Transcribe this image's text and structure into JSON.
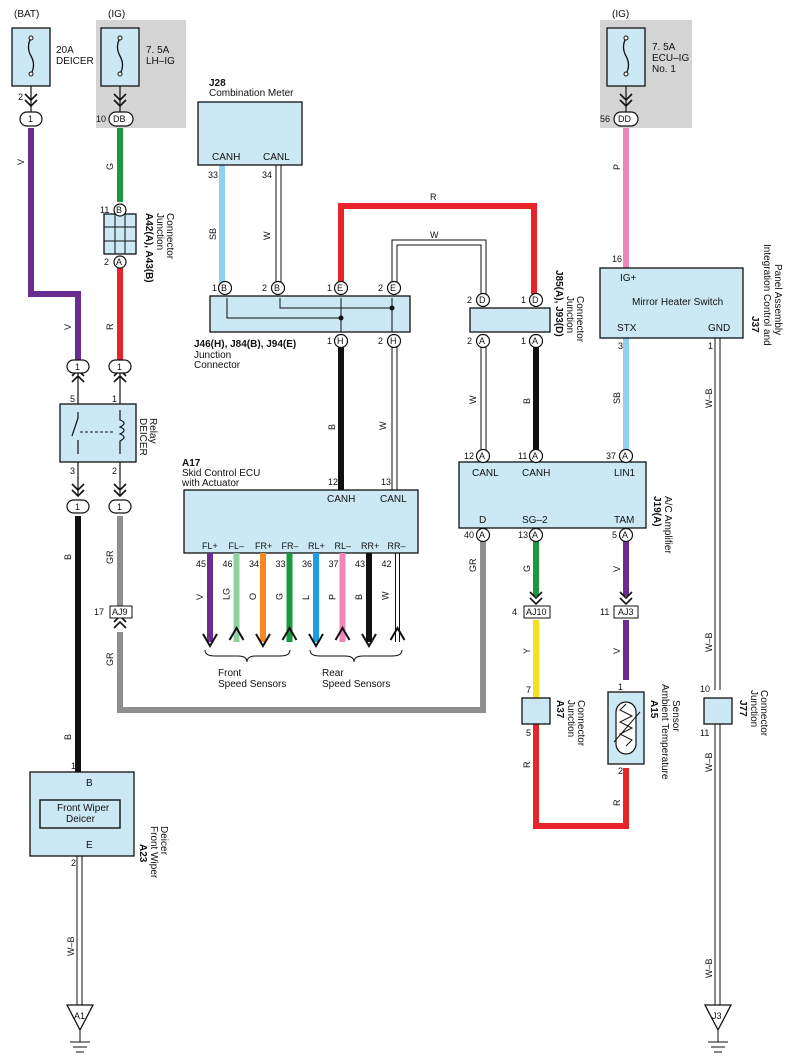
{
  "sources": {
    "bat": "(BAT)",
    "ig1": "(IG)",
    "ig2": "(IG)"
  },
  "fuses": {
    "f1_amp": "20A",
    "f1_name": "DEICER",
    "f2_amp": "7. 5A",
    "f2_name": "LH–IG",
    "f3_amp": "7. 5A",
    "f3_name1": "ECU–IG",
    "f3_name2": "No. 1"
  },
  "components": {
    "j28_id": "J28",
    "j28_name": "Combination Meter",
    "j28_canh": "CANH",
    "j28_canl": "CANL",
    "a42_id": "A42(A), A43(B)",
    "a42_name1": "Junction",
    "a42_name2": "Connector",
    "j46_id": "J46(H), J84(B), J94(E)",
    "j46_name1": "Junction",
    "j46_name2": "Connector",
    "j85_id": "J85(A), J93(D)",
    "j85_name1": "Junction",
    "j85_name2": "Connector",
    "j37_id": "J37",
    "j37_name1": "Integration Control and",
    "j37_name2": "Panel Assembly",
    "mirror_name": "Mirror Heater Switch",
    "mirror_igp": "IG+",
    "mirror_stx": "STX",
    "mirror_gnd": "GND",
    "relay_name1": "DEICER",
    "relay_name2": "Relay",
    "a17_id": "A17",
    "a17_name1": "Skid Control ECU",
    "a17_name2": "with Actuator",
    "a17_canh": "CANH",
    "a17_canl": "CANL",
    "j19_id": "J19(A)",
    "j19_name": "A/C Amplifier",
    "j19_canl": "CANL",
    "j19_canh": "CANH",
    "j19_lin1": "LIN1",
    "j19_d": "D",
    "j19_sg2": "SG–2",
    "j19_tam": "TAM",
    "a37_id": "A37",
    "a37_name1": "Junction",
    "a37_name2": "Connector",
    "a15_id": "A15",
    "a15_name1": "Ambient Temperature",
    "a15_name2": "Sensor",
    "j77_id": "J77",
    "j77_name1": "Junction",
    "j77_name2": "Connector",
    "a23_id": "A23",
    "a23_name1": "Front Wiper",
    "a23_name2": "Deicer",
    "a23_inner1": "Front Wiper",
    "a23_inner2": "Deicer",
    "a23_b": "B",
    "a23_e": "E",
    "front_sensors1": "Front",
    "front_sensors2": "Speed Sensors",
    "rear_sensors1": "Rear",
    "rear_sensors2": "Speed Sensors",
    "ground1": "A1",
    "ground2": "J3"
  },
  "sensor_terms": [
    "FL+",
    "FL–",
    "FR+",
    "FR–",
    "RL+",
    "RL–",
    "RR+",
    "RR–"
  ],
  "sensor_pins": [
    "45",
    "46",
    "34",
    "33",
    "36",
    "37",
    "43",
    "42"
  ],
  "sensor_wires": [
    "V",
    "LG",
    "O",
    "G",
    "L",
    "P",
    "B",
    "W"
  ],
  "connectors": {
    "c1": "1",
    "c_db": "DB",
    "c_dd": "DD",
    "a_b": "B",
    "a_a": "A",
    "h": "H",
    "e": "E",
    "d": "D",
    "aj9": "AJ9",
    "aj10": "AJ10",
    "aj3": "AJ3"
  },
  "pins": {
    "p2": "2",
    "p10": "10",
    "p56": "56",
    "p11": "11",
    "p1": "1",
    "p5": "5",
    "p3": "3",
    "p33": "33",
    "p34": "34",
    "p12": "12",
    "p13": "13",
    "p16": "16",
    "p37": "37",
    "p40": "40",
    "p17": "17",
    "p4": "4",
    "p7": "7"
  },
  "wires": {
    "V": "V",
    "G": "G",
    "R": "R",
    "P": "P",
    "SB": "SB",
    "W": "W",
    "B": "B",
    "GR": "GR",
    "Y": "Y",
    "WB": "W–B"
  },
  "colors": {
    "violet": "#6a2c91",
    "green": "#1a9a3e",
    "red": "#e8232a",
    "pink": "#ef86b8",
    "skyblue": "#8dd0ef",
    "black": "#111111",
    "grey": "#8f8f8f",
    "yellow": "#f8e01c",
    "lightgreen": "#8fd19c",
    "orange": "#f5891f",
    "blue": "#1aa0e2",
    "box": "#cce8f4",
    "shade": "#d4d4d4"
  }
}
